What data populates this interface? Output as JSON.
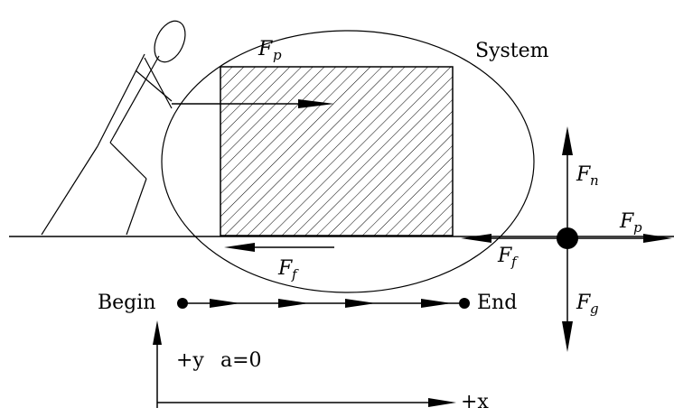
{
  "diagram": {
    "system_label": "System",
    "begin_label": "Begin",
    "end_label": "End",
    "forces": {
      "push": {
        "symbol": "F",
        "subscript": "p"
      },
      "friction": {
        "symbol": "F",
        "subscript": "f"
      },
      "normal": {
        "symbol": "F",
        "subscript": "n"
      },
      "gravity": {
        "symbol": "F",
        "subscript": "g"
      }
    },
    "axes": {
      "y_label": "+y",
      "x_label": "+x",
      "acceleration": "a=0"
    }
  }
}
